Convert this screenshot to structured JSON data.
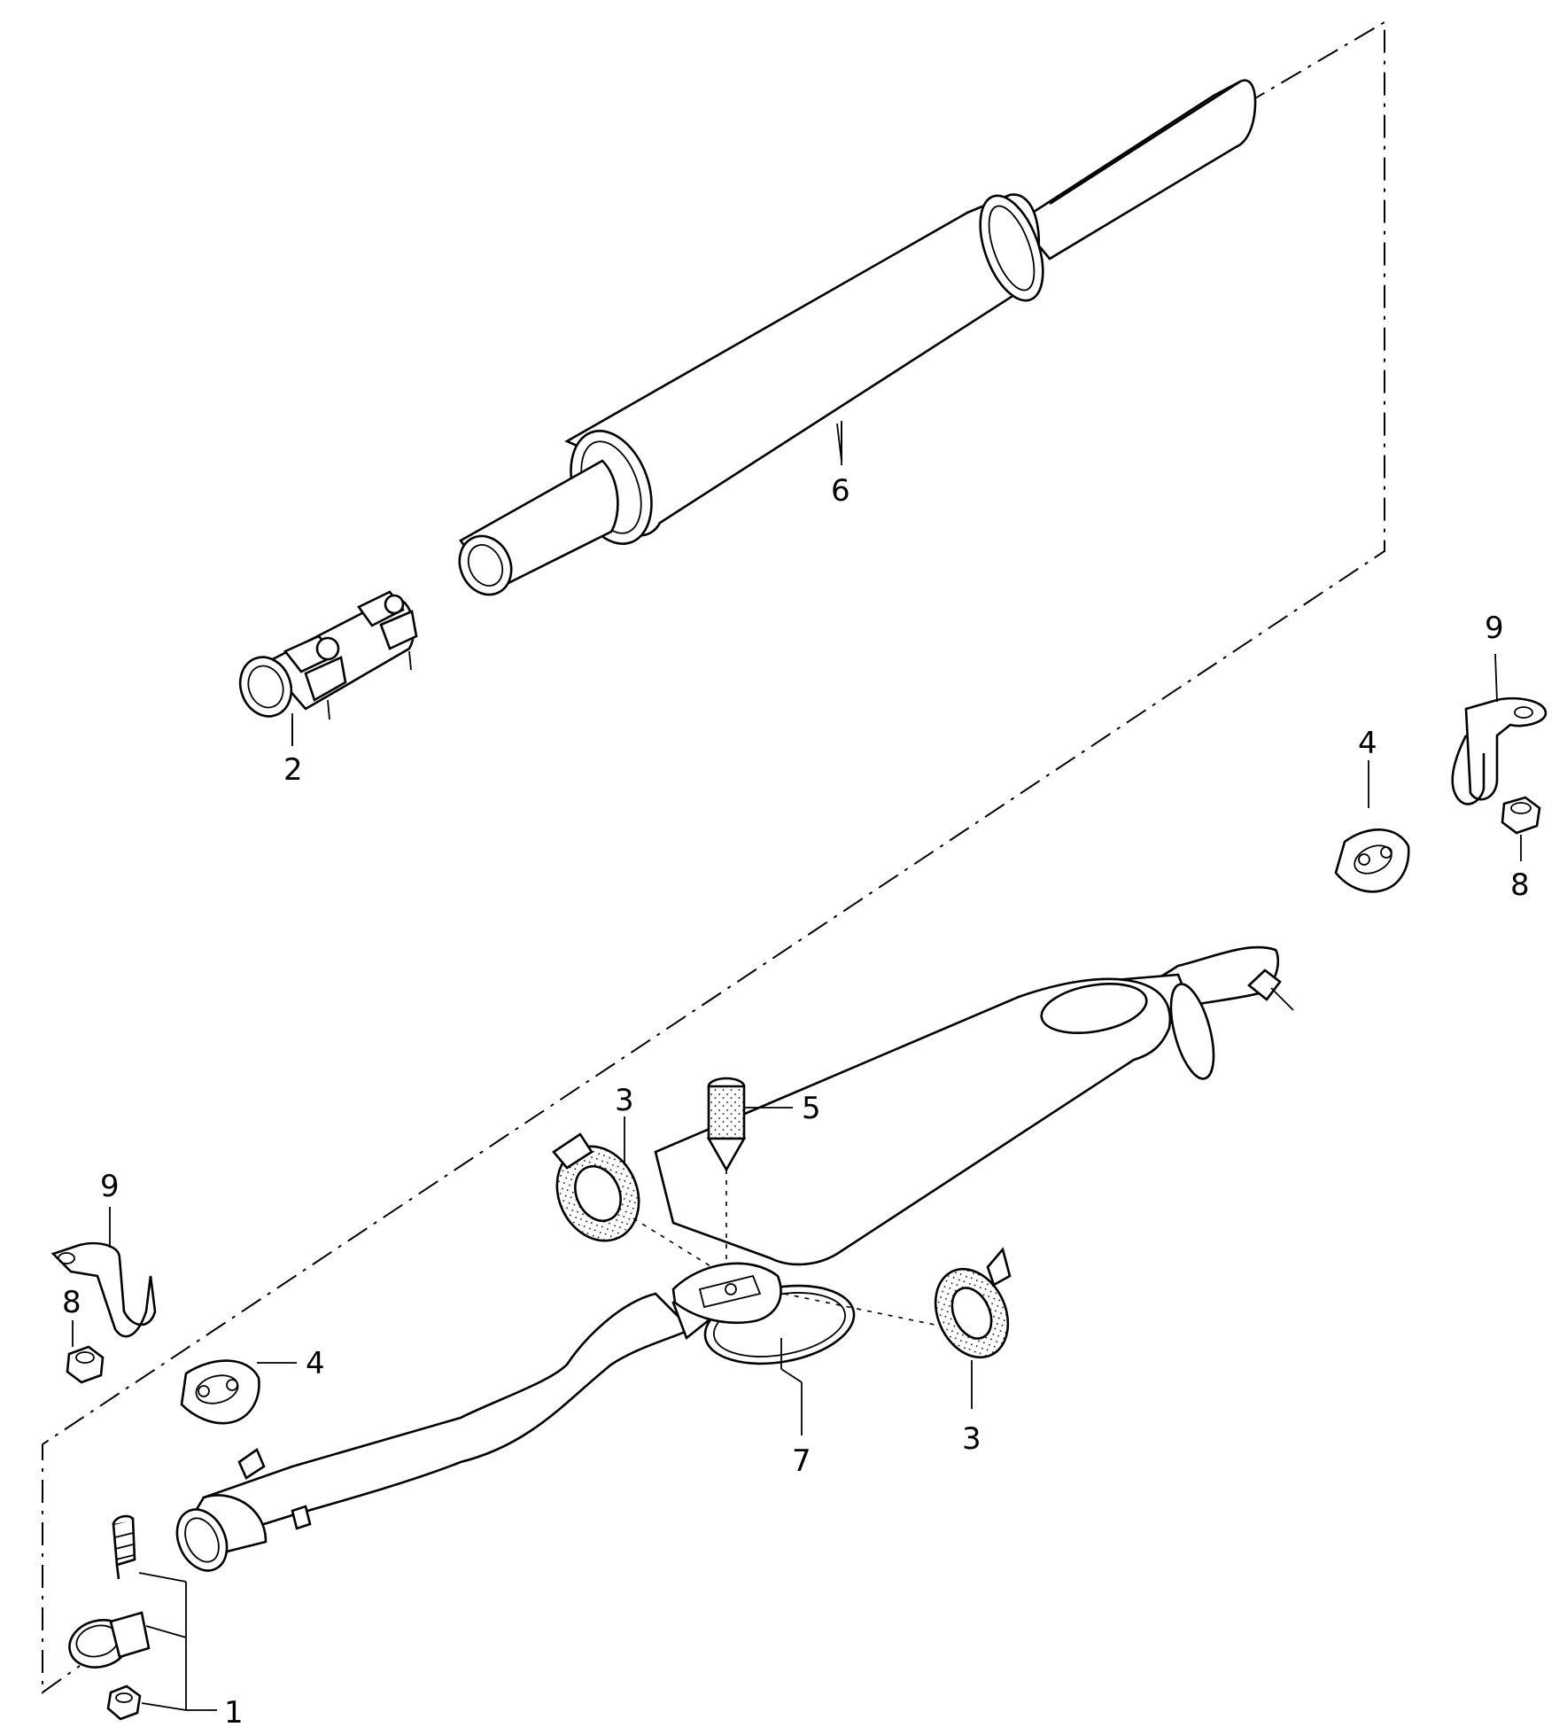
{
  "diagram": {
    "callouts": {
      "c1": "1",
      "c2": "2",
      "c3a": "3",
      "c3b": "3",
      "c4a": "4",
      "c4b": "4",
      "c5": "5",
      "c6": "6",
      "c7": "7",
      "c8a": "8",
      "c8b": "8",
      "c9a": "9",
      "c9b": "9"
    }
  }
}
